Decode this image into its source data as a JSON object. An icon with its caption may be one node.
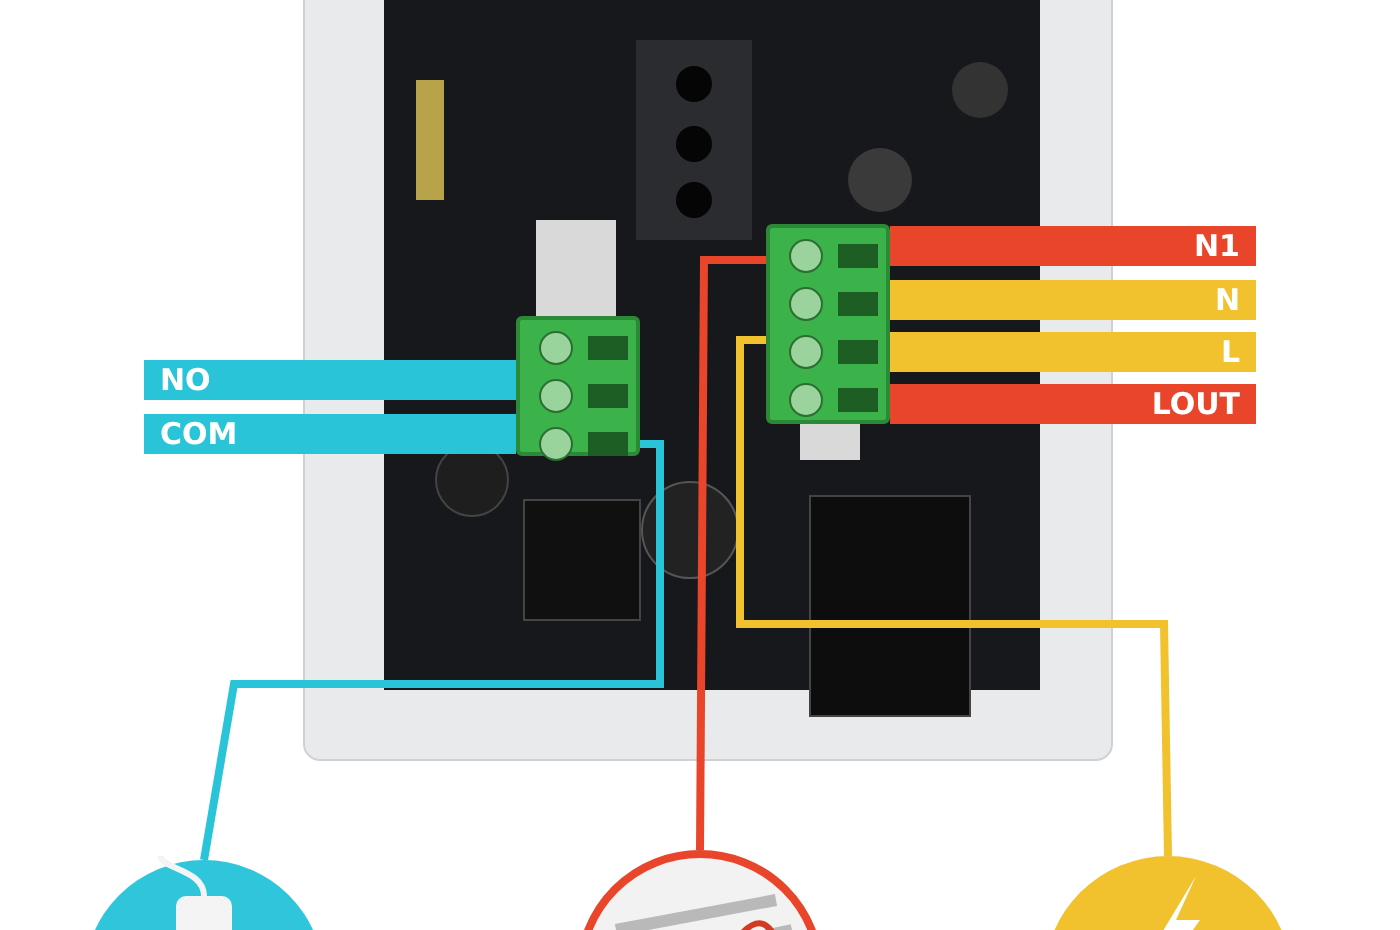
{
  "diagram": {
    "nodes": [
      {
        "text": [
          "NO"
        ]
      },
      {
        "text": [
          "COM"
        ]
      },
      {
        "text": [
          "N1"
        ]
      },
      {
        "text": [
          "N"
        ]
      },
      {
        "text": [
          "L"
        ]
      },
      {
        "text": [
          "LOUT"
        ]
      },
      {
        "text": [],
        "shape": "box"
      },
      {
        "text": [],
        "shape": "box"
      },
      {
        "text": [],
        "shape": "picture"
      },
      {
        "text": [],
        "shape": "picture"
      },
      {
        "text": [],
        "shape": "picture"
      }
    ],
    "edges": [
      {
        "from": 6,
        "to": 8,
        "arrow": "none",
        "color": "#29c4d8"
      },
      {
        "from": 7,
        "to": 9,
        "arrow": "none",
        "color": "#e8452a"
      },
      {
        "from": 7,
        "to": 10,
        "arrow": "none",
        "color": "#f2c12e"
      }
    ]
  }
}
